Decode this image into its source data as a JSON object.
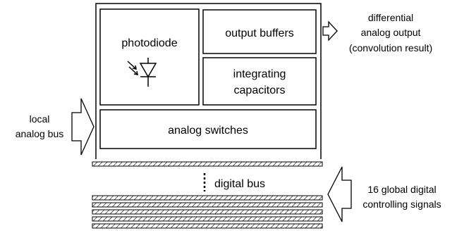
{
  "blocks": {
    "photodiode": "photodiode",
    "output_buffers": "output buffers",
    "integrating_line1": "integrating",
    "integrating_line2": "capacitors",
    "analog_switches": "analog switches"
  },
  "labels": {
    "differential_line1": "differential",
    "differential_line2": "analog output",
    "differential_line3": "(convolution result)",
    "local_line1": "local",
    "local_line2": "analog bus",
    "digital_bus": "digital bus",
    "global_line1": "16 global digital",
    "global_line2": "controlling signals"
  },
  "digital_bus_line_count": 6,
  "colors": {
    "stroke": "#000000",
    "background": "#ffffff"
  }
}
